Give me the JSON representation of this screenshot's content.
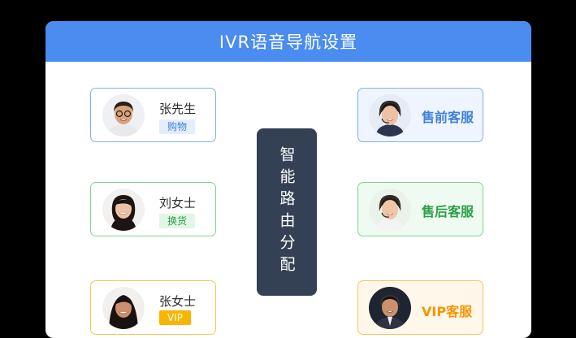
{
  "title": "IVR语音导航设置",
  "hub_label": "智能路由分配",
  "customers": [
    {
      "name": "张先生",
      "tag": "购物",
      "color": "#3f7fd9"
    },
    {
      "name": "刘女士",
      "tag": "换货",
      "color": "#2a9e46"
    },
    {
      "name": "张女士",
      "tag": "VIP",
      "color": "#f7a400"
    }
  ],
  "agents": [
    {
      "label": "售前客服",
      "color": "#3f7fd9"
    },
    {
      "label": "售后客服",
      "color": "#2a9e46"
    },
    {
      "label": "VIP客服",
      "color": "#f29600"
    }
  ]
}
